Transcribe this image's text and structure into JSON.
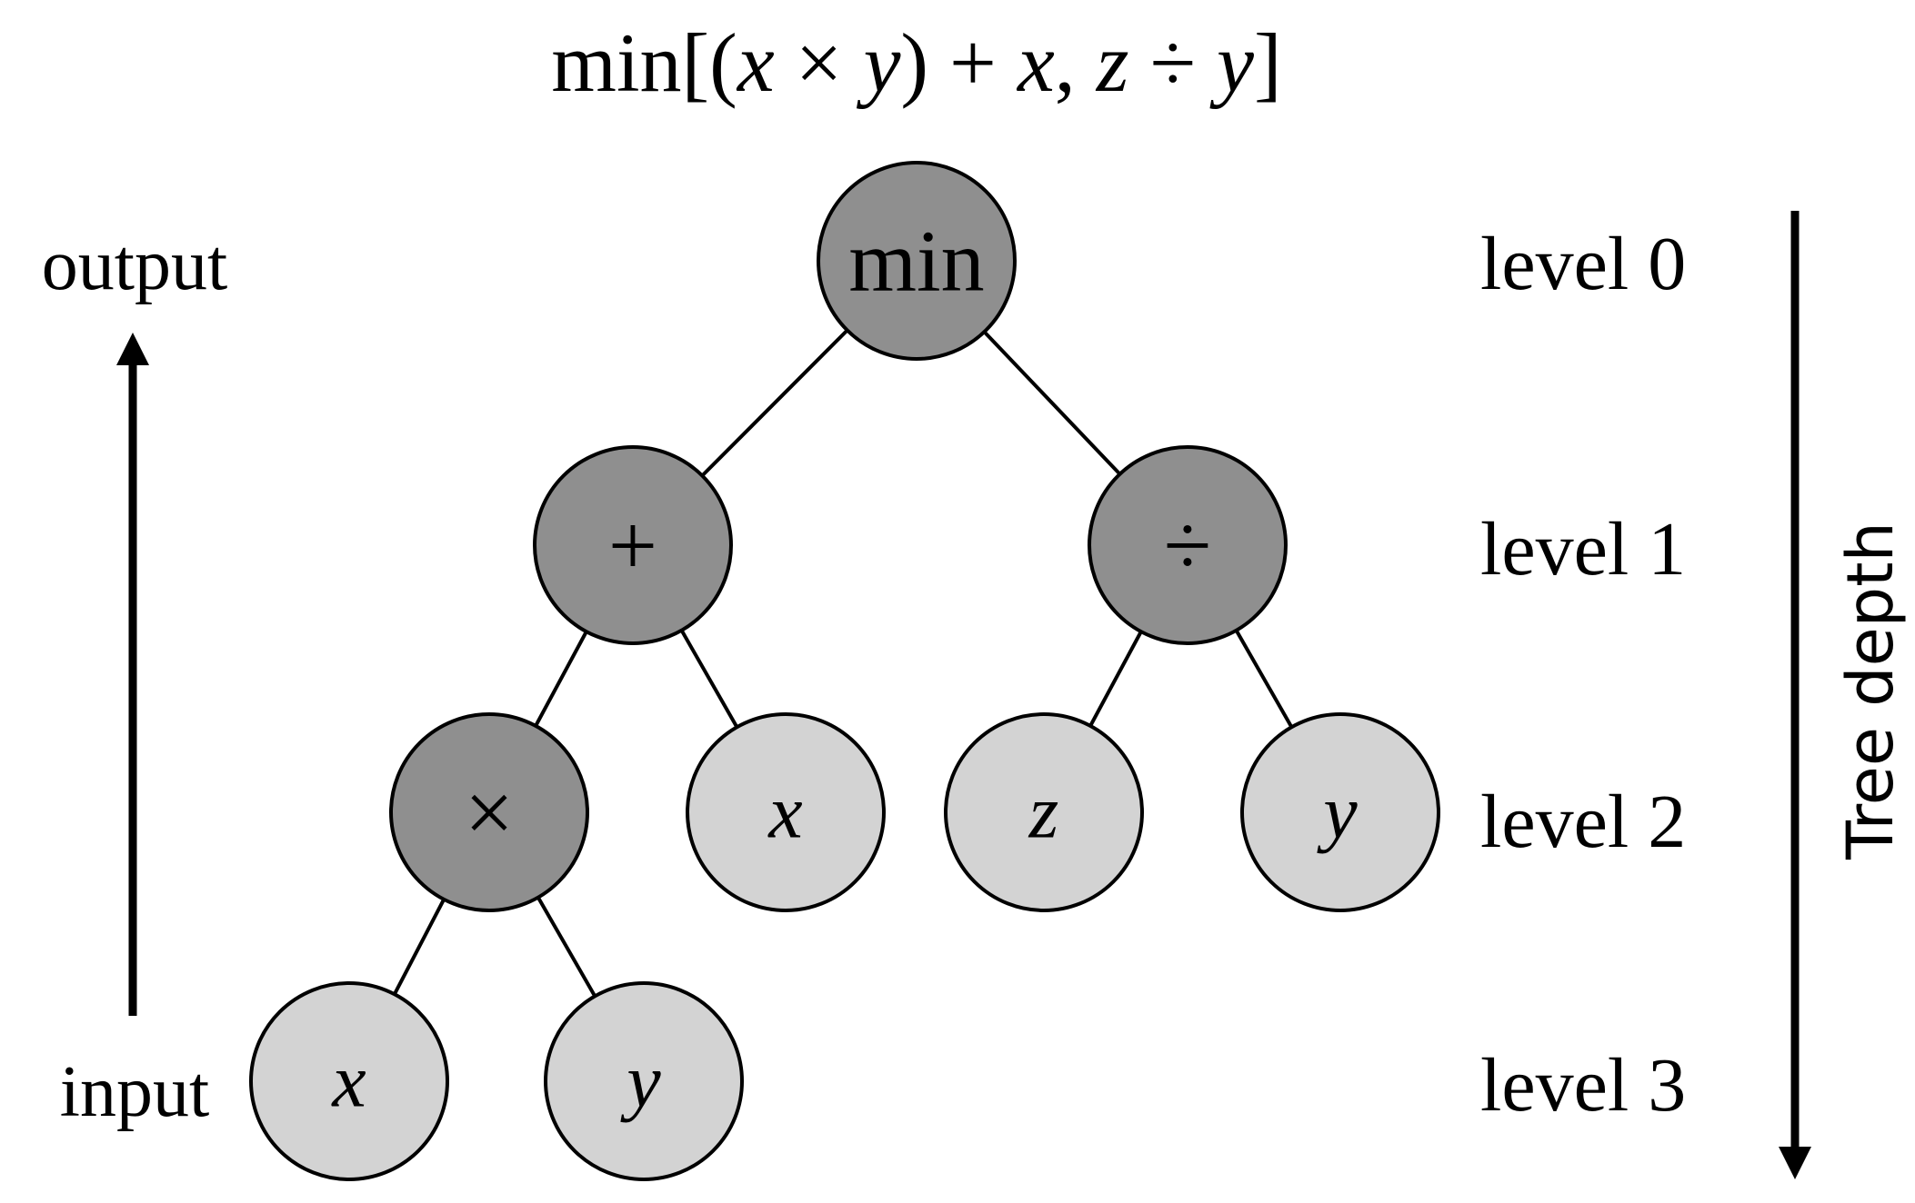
{
  "title": {
    "parts": [
      {
        "text": "min[(",
        "italic": false
      },
      {
        "text": "x",
        "italic": true
      },
      {
        "text": " × ",
        "italic": false
      },
      {
        "text": "y",
        "italic": true
      },
      {
        "text": ") + ",
        "italic": false
      },
      {
        "text": "x",
        "italic": true
      },
      {
        "text": ", ",
        "italic": false
      },
      {
        "text": "z",
        "italic": true
      },
      {
        "text": " ÷ ",
        "italic": false
      },
      {
        "text": "y",
        "italic": true
      },
      {
        "text": "]",
        "italic": false
      }
    ]
  },
  "left_axis": {
    "output_label": "output",
    "input_label": "input",
    "arrow_direction": "up"
  },
  "right_axis": {
    "label": "Tree depth",
    "arrow_direction": "down"
  },
  "levels": [
    "level 0",
    "level 1",
    "level 2",
    "level 3"
  ],
  "tree": {
    "nodes": [
      {
        "id": "n-min",
        "label": "min",
        "kind": "operator",
        "level": 0
      },
      {
        "id": "n-plus",
        "label": "+",
        "kind": "operator",
        "level": 1
      },
      {
        "id": "n-div",
        "label": "÷",
        "kind": "operator",
        "level": 1
      },
      {
        "id": "n-times",
        "label": "×",
        "kind": "operator",
        "level": 2
      },
      {
        "id": "n-x1",
        "label": "x",
        "kind": "variable",
        "level": 2
      },
      {
        "id": "n-z",
        "label": "z",
        "kind": "variable",
        "level": 2
      },
      {
        "id": "n-y1",
        "label": "y",
        "kind": "variable",
        "level": 2
      },
      {
        "id": "n-x2",
        "label": "x",
        "kind": "variable",
        "level": 3
      },
      {
        "id": "n-y2",
        "label": "y",
        "kind": "variable",
        "level": 3
      }
    ],
    "edges": [
      [
        "n-min",
        "n-plus"
      ],
      [
        "n-min",
        "n-div"
      ],
      [
        "n-plus",
        "n-times"
      ],
      [
        "n-plus",
        "n-x1"
      ],
      [
        "n-div",
        "n-z"
      ],
      [
        "n-div",
        "n-y1"
      ],
      [
        "n-times",
        "n-x2"
      ],
      [
        "n-times",
        "n-y2"
      ]
    ]
  },
  "colors": {
    "operator_fill": "#8f8f8f",
    "variable_fill": "#d3d3d3",
    "stroke": "#000000"
  }
}
